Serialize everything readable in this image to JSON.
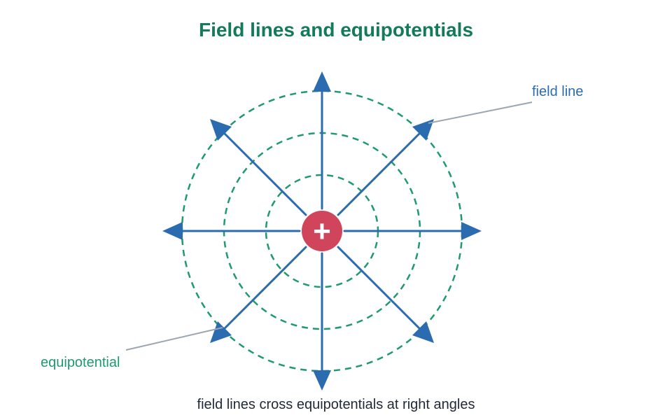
{
  "title": "Field lines and equipotentials",
  "caption": "field lines cross equipotentials at right angles",
  "labels": {
    "field_line": "field line",
    "equipotential": "equipotential"
  },
  "charge": {
    "sign": "+",
    "color": "#d0455b"
  },
  "equipotentials": {
    "count": 3
  },
  "field_lines": {
    "count": 8
  },
  "colors": {
    "title": "#147a5c",
    "field_line": "#2b6cb0",
    "equipotential": "#1f9a6e",
    "leader": "#9aa6b2",
    "caption": "#1f2937"
  }
}
